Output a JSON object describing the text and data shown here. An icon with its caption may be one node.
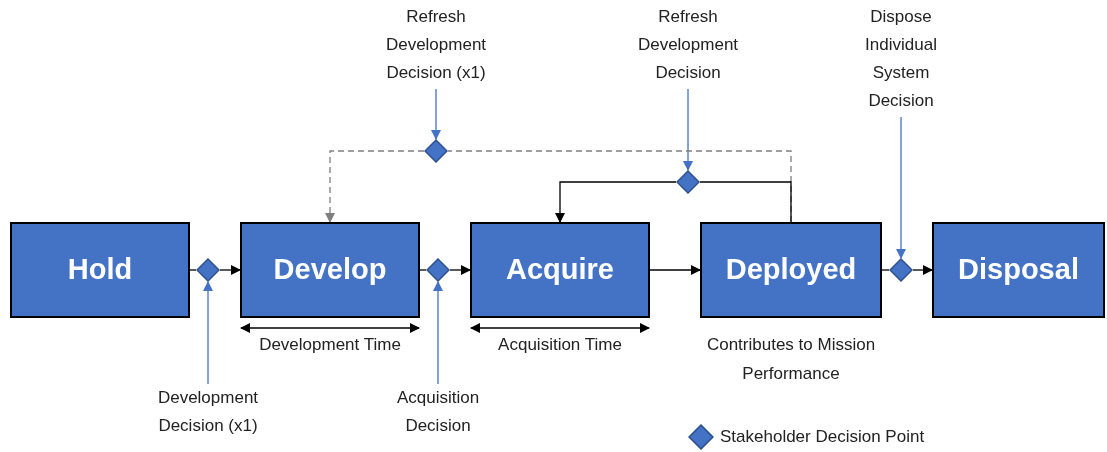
{
  "diagram": {
    "nodes": [
      {
        "text": [
          "Hold"
        ]
      },
      {
        "text": [
          "Develop"
        ],
        "beside": [
          "Development Time"
        ]
      },
      {
        "text": [
          "Acquire"
        ],
        "beside": [
          "Acquisition Time"
        ]
      },
      {
        "text": [
          "Deployed"
        ],
        "beside": [
          "Contributes to Mission Performance"
        ]
      },
      {
        "text": [
          "Disposal"
        ]
      },
      {
        "text": [],
        "shape": "diamond"
      },
      {
        "text": [],
        "shape": "diamond"
      },
      {
        "text": [],
        "shape": "diamond"
      },
      {
        "text": [],
        "shape": "diamond"
      },
      {
        "text": [],
        "shape": "diamond"
      },
      {
        "text": [
          "Refresh Development Decision (x1)"
        ]
      },
      {
        "text": [
          "Refresh Development Decision"
        ]
      },
      {
        "text": [
          "Dispose Individual System Decision"
        ]
      },
      {
        "text": [
          "Development Decision (x1)"
        ]
      },
      {
        "text": [
          "Acquisition Decision"
        ]
      }
    ],
    "edges": [
      {
        "from": 0,
        "to": 5,
        "arrow": "none"
      },
      {
        "from": 5,
        "to": 1,
        "arrow": "to"
      },
      {
        "from": 1,
        "to": 6,
        "arrow": "none"
      },
      {
        "from": 6,
        "to": 2,
        "arrow": "to"
      },
      {
        "from": 2,
        "to": 3,
        "arrow": "to"
      },
      {
        "from": 3,
        "to": 7,
        "arrow": "none"
      },
      {
        "from": 7,
        "to": 4,
        "arrow": "to"
      },
      {
        "from": 10,
        "to": 8,
        "arrow": "to",
        "color": "#4472c4"
      },
      {
        "from": 11,
        "to": 9,
        "arrow": "to",
        "color": "#4472c4"
      },
      {
        "from": 12,
        "to": 7,
        "arrow": "to",
        "color": "#4472c4"
      },
      {
        "from": 13,
        "to": 5,
        "arrow": "to",
        "color": "#4472c4"
      },
      {
        "from": 14,
        "to": 6,
        "arrow": "to",
        "color": "#4472c4"
      },
      {
        "from": 3,
        "to": 8,
        "arrow": "none",
        "style": "dashed",
        "color": "#7f7f7f"
      },
      {
        "from": 8,
        "to": 1,
        "arrow": "to",
        "style": "dashed",
        "color": "#7f7f7f"
      },
      {
        "from": 3,
        "to": 9,
        "arrow": "none"
      },
      {
        "from": 9,
        "to": 2,
        "arrow": "to"
      }
    ],
    "legend": [
      {
        "text": "Stakeholder Decision Point"
      }
    ]
  }
}
